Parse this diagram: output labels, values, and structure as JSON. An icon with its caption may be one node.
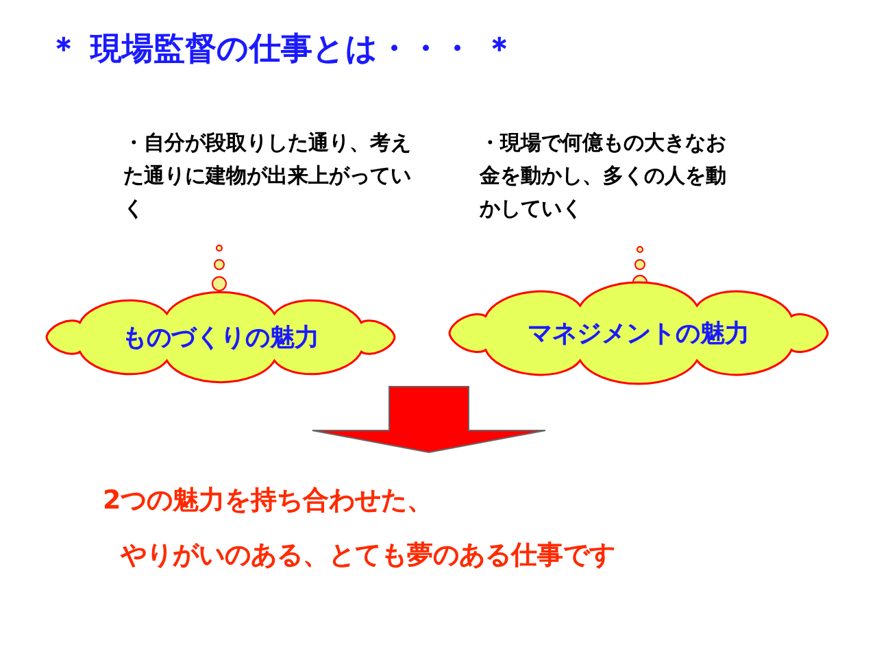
{
  "diagram": {
    "title": "＊ 現場監督の仕事とは・・・ ＊",
    "nodes": [
      {
        "text": [
          "・自分が段取りした通り、考えた通りに建物が出来上がっていく"
        ]
      },
      {
        "text": [
          "・現場で何億もの大きなお金を動かし、多くの人を動かしていく"
        ]
      },
      {
        "text": [
          "ものづくりの魅力"
        ]
      },
      {
        "text": [
          "マネジメントの魅力"
        ]
      },
      {
        "text": [
          "2つの魅力を持ち合わせた、",
          "やりがいのある、とても夢のある仕事です"
        ]
      }
    ],
    "edges": [
      {
        "from": null,
        "to": 4,
        "arrow": "to",
        "style": "thick",
        "color": "#ff0000"
      }
    ]
  }
}
